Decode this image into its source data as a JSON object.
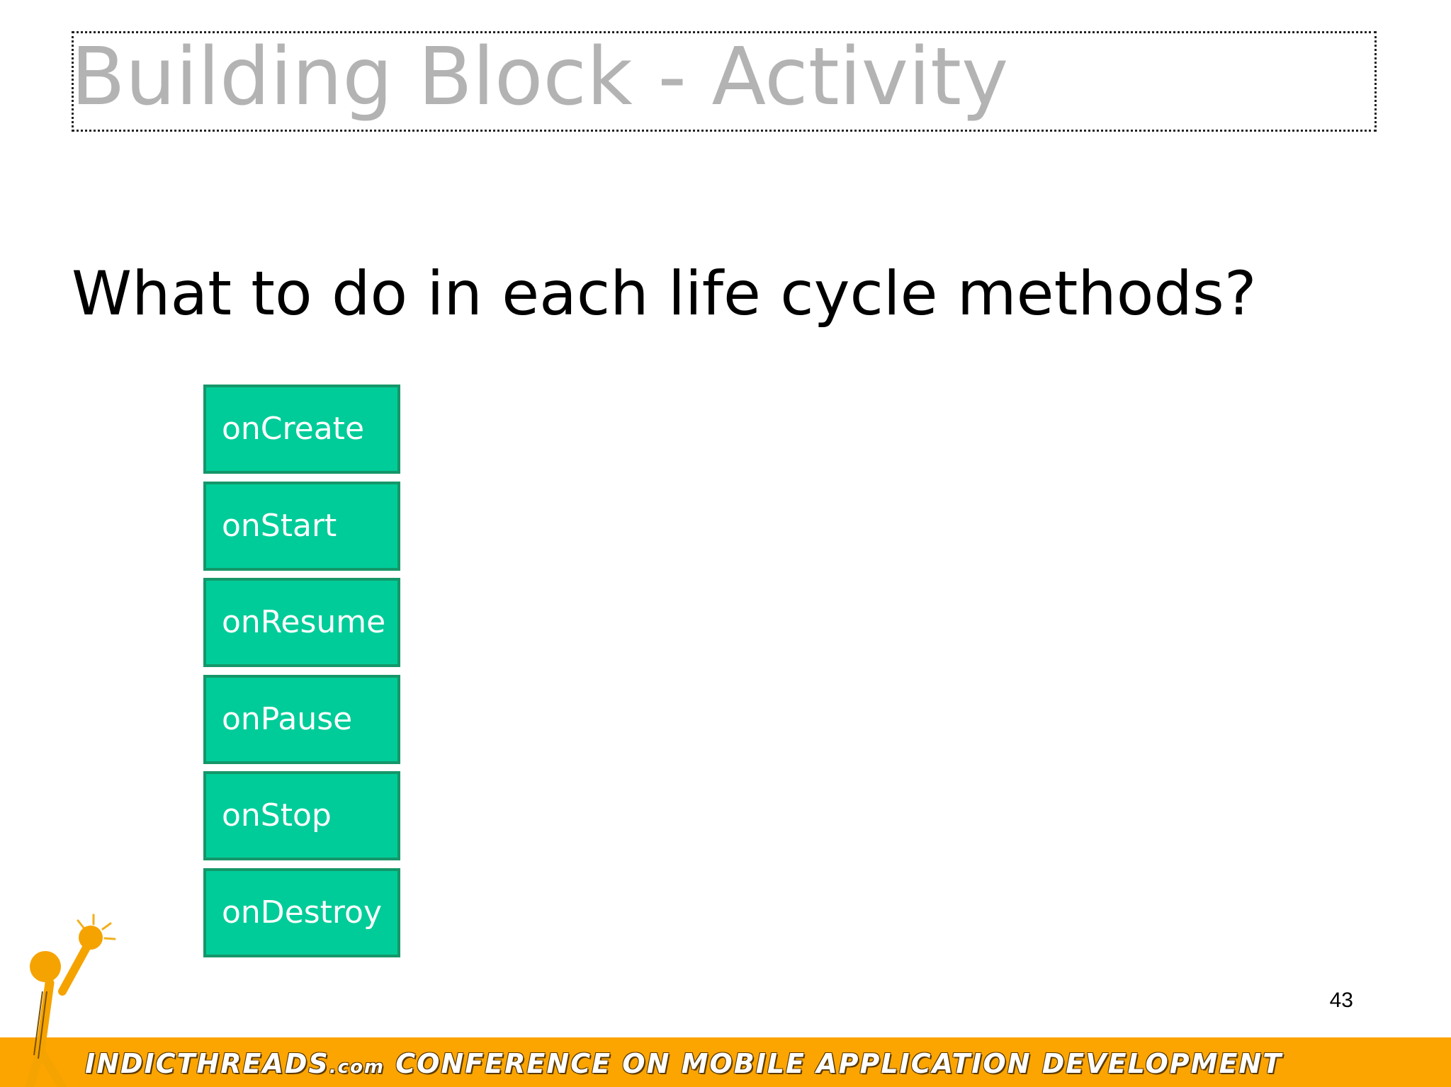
{
  "slide": {
    "title": "Building Block - Activity",
    "subtitle": "What to do in each life cycle methods?",
    "page_number": "43"
  },
  "methods": [
    {
      "label": "onCreate"
    },
    {
      "label": "onStart"
    },
    {
      "label": "onResume"
    },
    {
      "label": "onPause"
    },
    {
      "label": "onStop"
    },
    {
      "label": "onDestroy"
    }
  ],
  "footer": {
    "brand": "INDICTHREADS",
    "brand_suffix": ".com",
    "tagline": "CONFERENCE ON MOBILE APPLICATION DEVELOPMENT"
  },
  "colors": {
    "method_fill": "#00cc99",
    "method_border": "#159669",
    "footer_bar": "#fca400",
    "title_text": "#b3b3b3"
  },
  "icons": {
    "logo": "indicthreads-figure-logo"
  }
}
